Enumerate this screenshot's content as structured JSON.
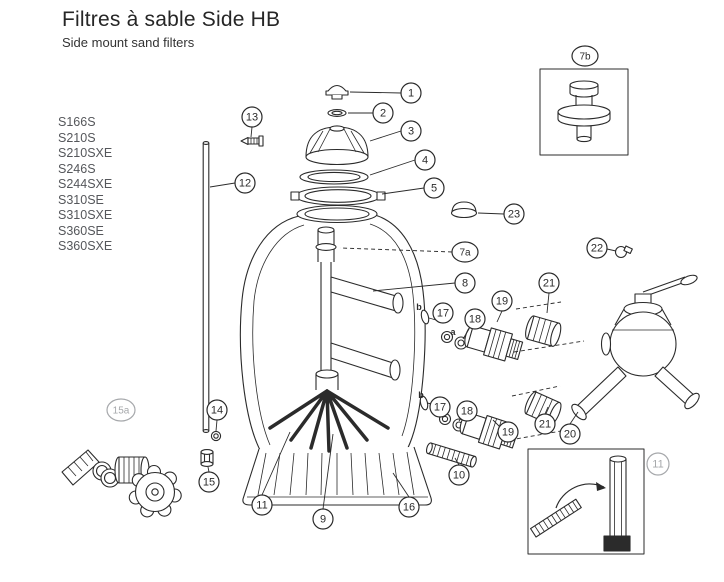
{
  "header": {
    "title": "Filtres à sable Side HB",
    "subtitle": "Side mount sand filters"
  },
  "models": [
    "S166S",
    "S210S",
    "S210SXE",
    "S246S",
    "S244SXE",
    "S310SE",
    "S310SXE",
    "S360SE",
    "S360SXE"
  ],
  "callouts": {
    "n1": "1",
    "n2": "2",
    "n3": "3",
    "n4": "4",
    "n5": "5",
    "n7a": "7a",
    "n7b": "7b",
    "n8": "8",
    "n9": "9",
    "n10": "10",
    "n11": "11",
    "n11_inset": "11",
    "n12": "12",
    "n13": "13",
    "n14": "14",
    "n15": "15",
    "n15a": "15a",
    "n16": "16",
    "n17_upper": "17",
    "n17_lower": "17",
    "n18_upper": "18",
    "n18_lower": "18",
    "n19_upper": "19",
    "n19_lower": "19",
    "n20": "20",
    "n21_upper": "21",
    "n21_lower": "21",
    "n22": "22",
    "n23": "23"
  },
  "part_letters": {
    "upper_b": "b",
    "upper_a": "a",
    "lower_b": "b"
  },
  "colors": {
    "ink": "#2b2b2b",
    "model_text": "#55575b",
    "gray_callout": "#a6a8ab",
    "background": "#ffffff"
  }
}
